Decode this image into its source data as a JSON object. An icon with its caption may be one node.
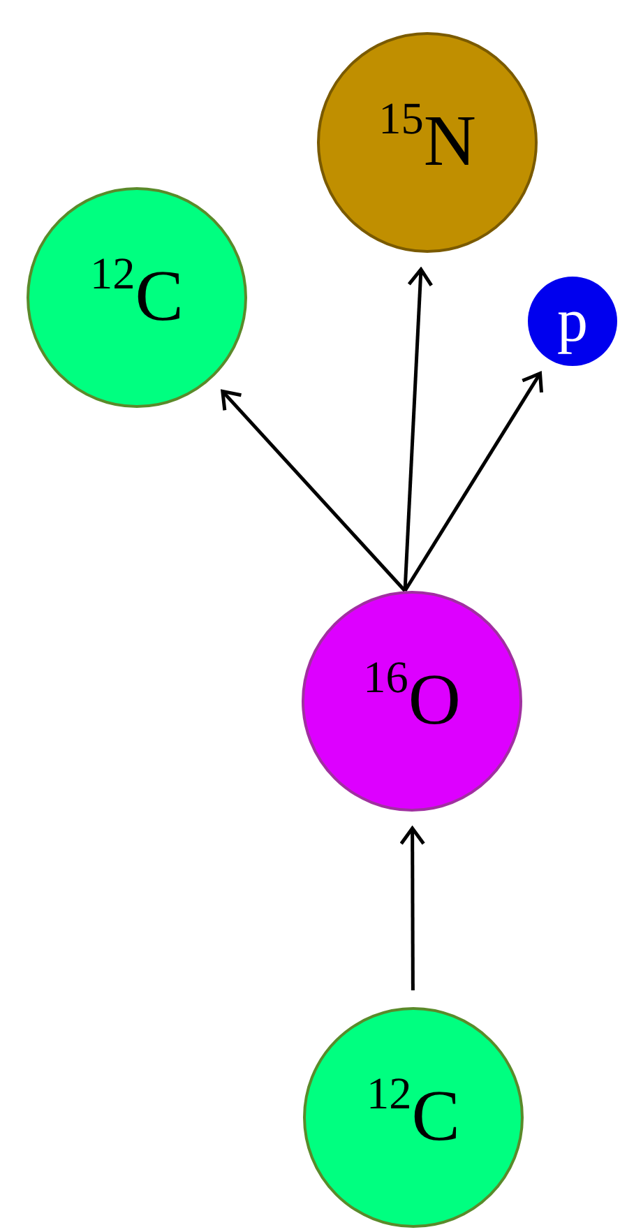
{
  "diagram": {
    "nodes": [
      {
        "text": [
          "$^{15}$N"
        ]
      },
      {
        "text": [
          "$^{12}$C"
        ]
      },
      {
        "text": [
          "p"
        ]
      },
      {
        "text": [
          "$^{16}$O"
        ]
      },
      {
        "text": [
          "$^{12}$C"
        ]
      }
    ],
    "edges": [
      {
        "from": 4,
        "to": 3,
        "arrow": "to"
      },
      {
        "from": 3,
        "to": 1,
        "arrow": "to"
      },
      {
        "from": 3,
        "to": 0,
        "arrow": "to"
      },
      {
        "from": 3,
        "to": 2,
        "arrow": "to"
      }
    ]
  }
}
